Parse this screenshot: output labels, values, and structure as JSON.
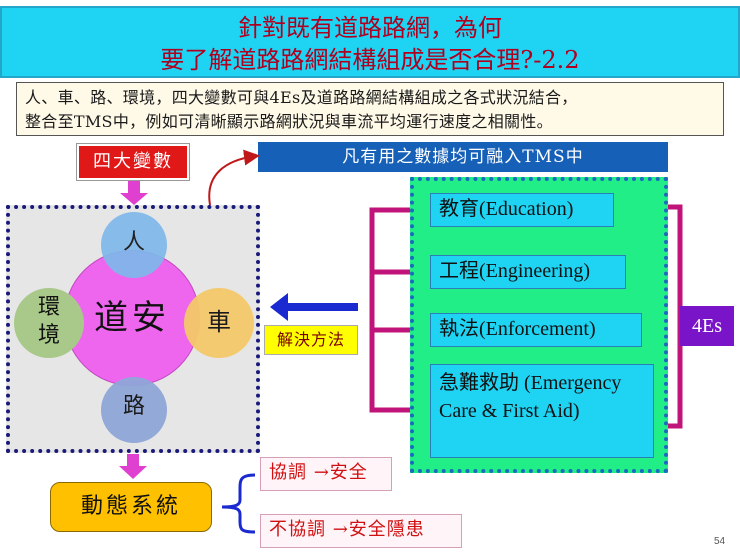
{
  "title": {
    "line1": "針對既有道路路網，為何",
    "line2": "要了解道路路網結構組成是否合理?-2.2"
  },
  "intro": {
    "line1": "人、車、路、環境，四大變數可與4Es及道路路網結構組成之各式狀況結合，",
    "line2": "整合至TMS中，例如可清晰顯示路網狀況與車流平均運行速度之相關性。"
  },
  "four_variables_label": "四大變數",
  "all_data_label": "凡有用之數據均可融入TMS中",
  "circles": {
    "center": "道安",
    "person": "人",
    "car": "車",
    "environment": "環境",
    "road": "路"
  },
  "solution_label": "解決方法",
  "four_es": {
    "label": "4Es",
    "items": [
      "教育(Education)",
      "工程(Engineering)",
      "執法(Enforcement)",
      "急難救助 (Emergency Care & First Aid)"
    ]
  },
  "dynamic_system_label": "動態系統",
  "outcomes": {
    "coordinated": "協調 →安全",
    "uncoordinated": "不協調 →安全隱患"
  },
  "page_number": "54",
  "colors": {
    "title_bg": "#1fd3f3",
    "title_text": "#b00020",
    "four_vars_bg": "#e01818",
    "all_data_bg": "#1660b8",
    "right_box_bg": "#22ee88",
    "four_es_bg": "#7a14c8",
    "connector": "#c0147a",
    "dynamic_bg": "#ffc000",
    "arrow_blue": "#1a2ad0",
    "arrow_pink": "#e040d0"
  }
}
